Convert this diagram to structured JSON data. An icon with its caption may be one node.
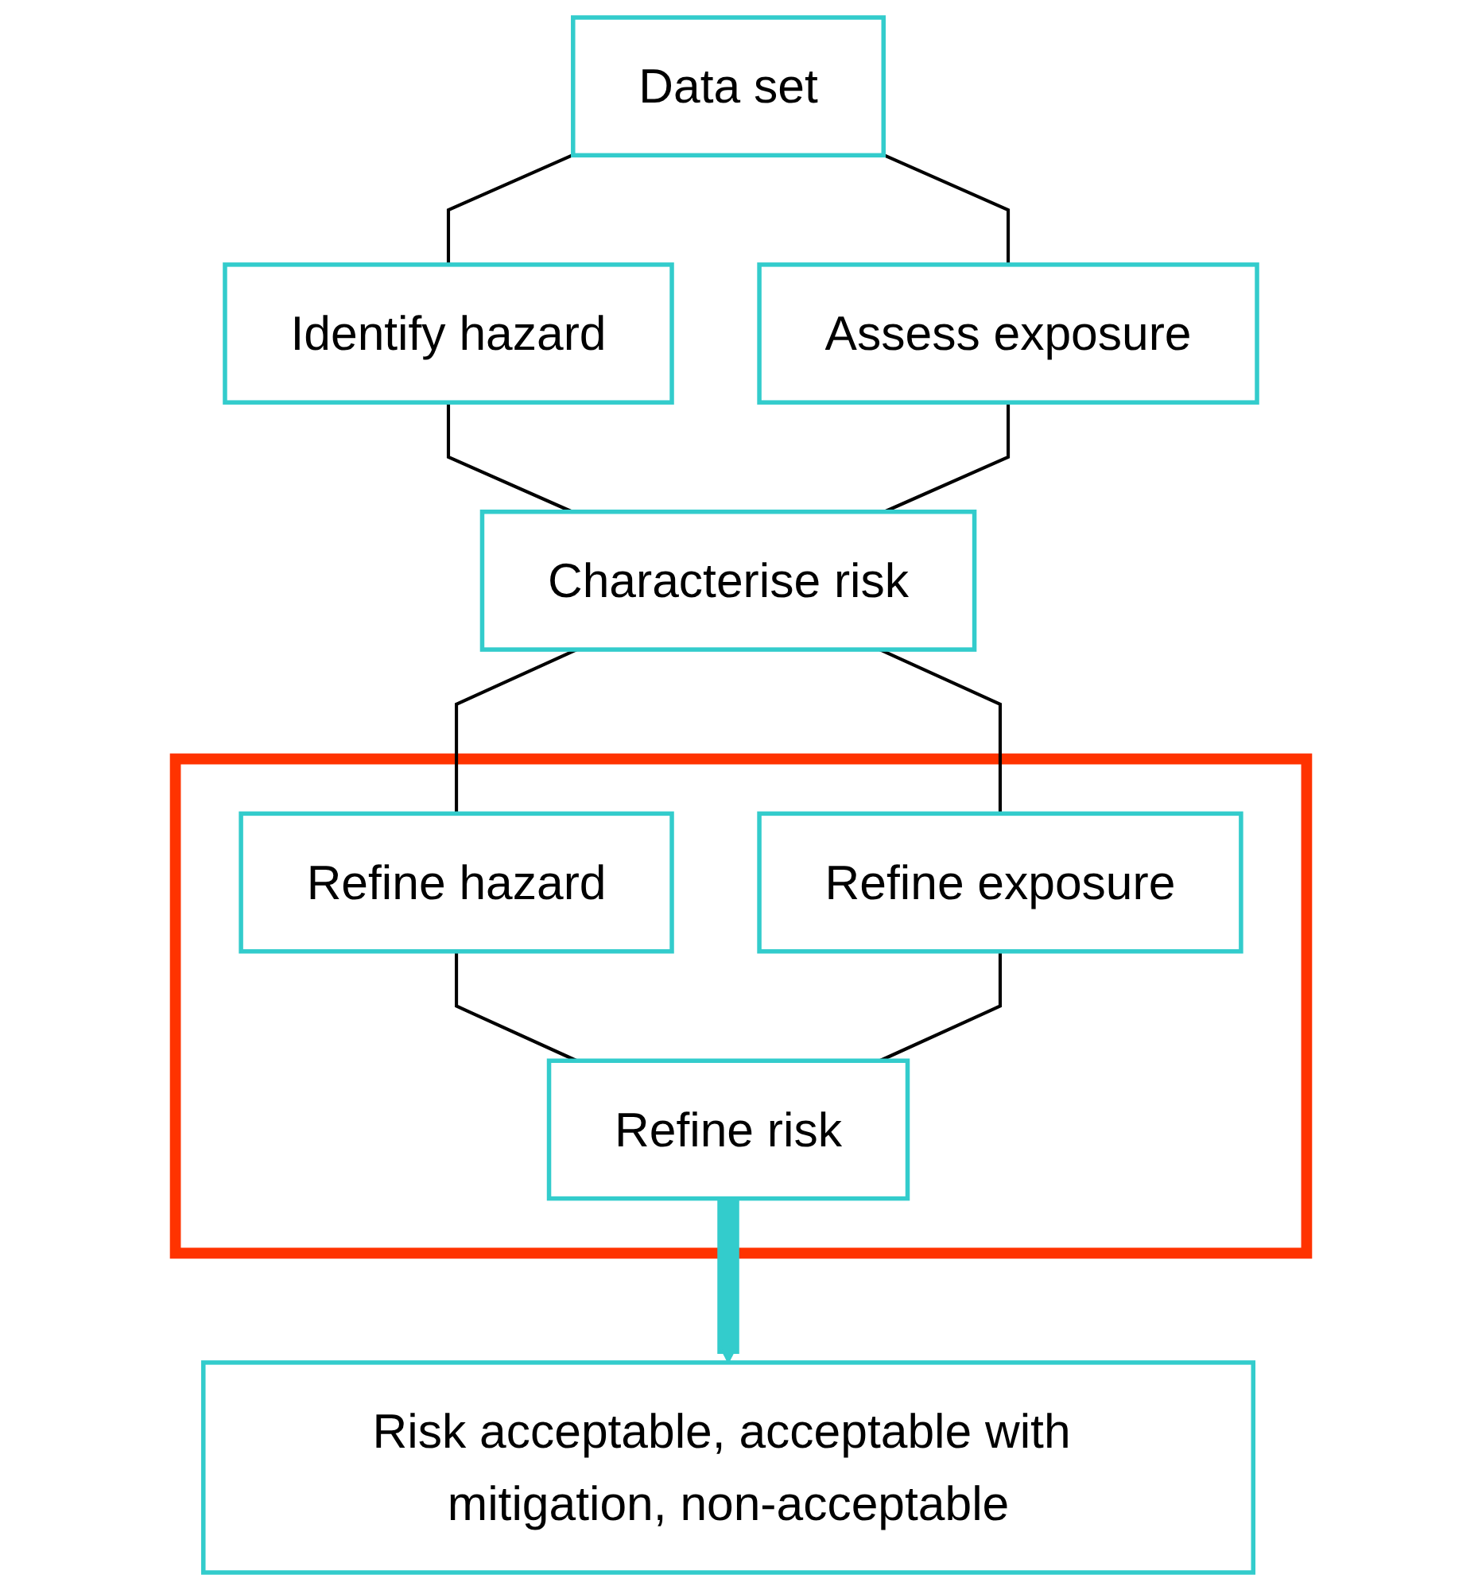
{
  "diagram": {
    "nodes": [
      {
        "text": [
          "Data set"
        ]
      },
      {
        "text": [
          "Identify hazard"
        ]
      },
      {
        "text": [
          "Assess exposure"
        ]
      },
      {
        "text": [
          "Characterise risk"
        ]
      },
      {
        "text": [],
        "shape": "box"
      },
      {
        "text": [
          "Refine hazard"
        ],
        "in": 4
      },
      {
        "text": [
          "Refine exposure"
        ],
        "in": 4
      },
      {
        "text": [
          "Refine risk"
        ],
        "in": 4
      },
      {
        "text": [
          "Risk acceptable, acceptable with mitigation, non-acceptable"
        ]
      }
    ],
    "edges": [
      {
        "from": 0,
        "to": 1,
        "arrow": "none"
      },
      {
        "from": 0,
        "to": 2,
        "arrow": "none"
      },
      {
        "from": 1,
        "to": 3,
        "arrow": "none"
      },
      {
        "from": 2,
        "to": 3,
        "arrow": "none"
      },
      {
        "from": 3,
        "to": 5,
        "arrow": "none"
      },
      {
        "from": 3,
        "to": 6,
        "arrow": "none"
      },
      {
        "from": 5,
        "to": 7,
        "arrow": "none"
      },
      {
        "from": 6,
        "to": 7,
        "arrow": "none"
      },
      {
        "from": 7,
        "to": 8,
        "arrow": "to",
        "style": "thick",
        "color": "#33cccc"
      }
    ]
  }
}
